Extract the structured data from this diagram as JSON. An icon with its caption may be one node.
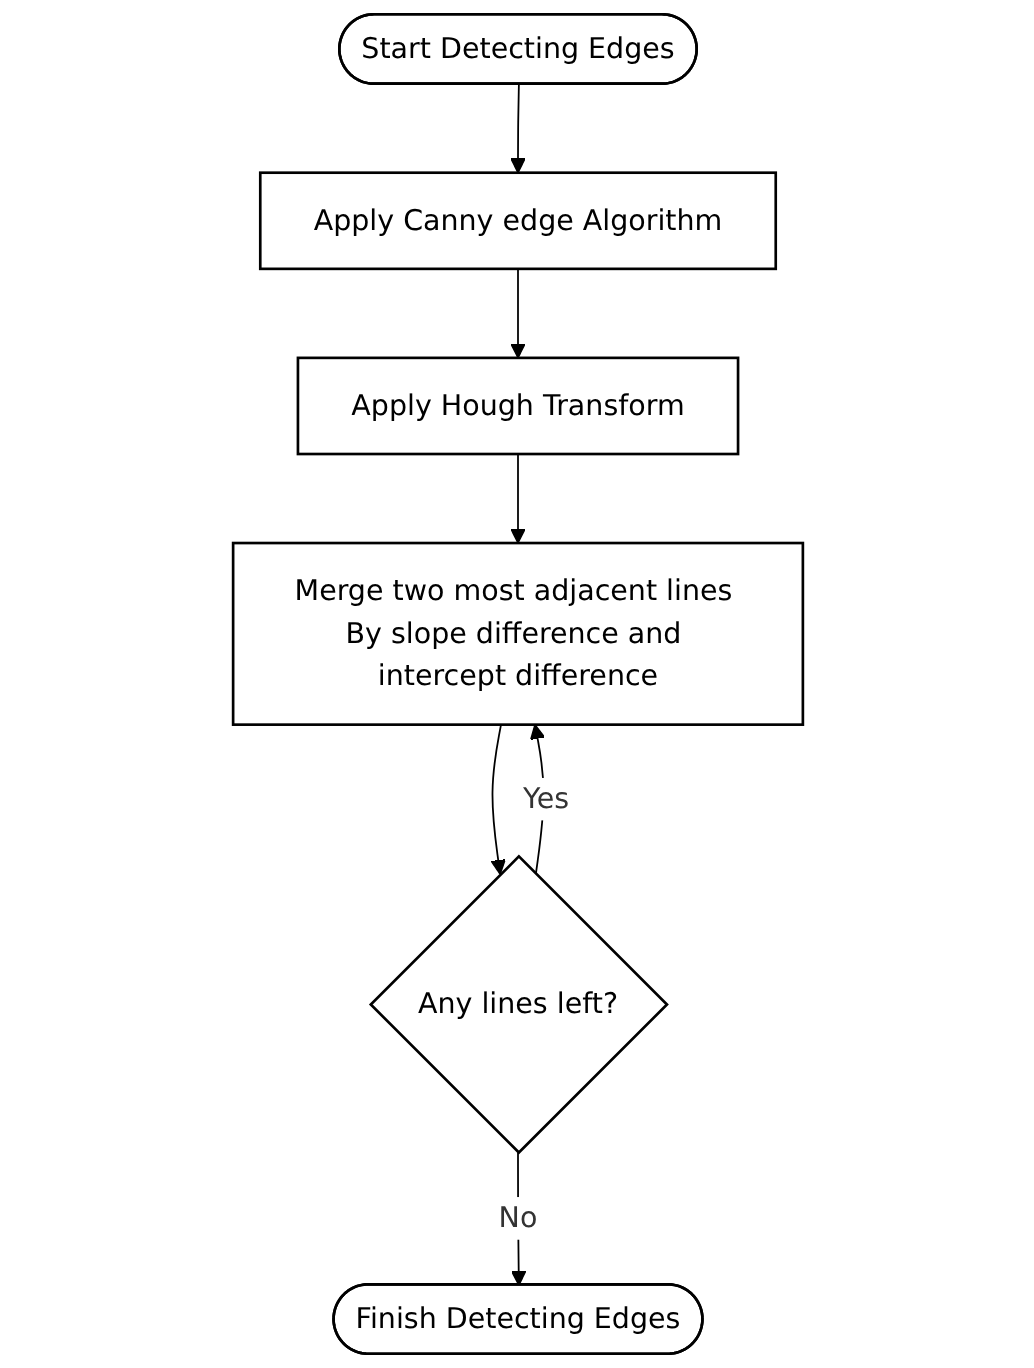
{
  "diagram": {
    "nodes": [
      {
        "text": [
          "Start Detecting Edges"
        ]
      },
      {
        "text": [
          "Apply Canny edge Algorithm"
        ]
      },
      {
        "text": [
          "Apply Hough Transform"
        ]
      },
      {
        "text": [
          "Merge two most adjacent lines By slope difference and intercept difference"
        ]
      },
      {
        "text": [
          "Any lines left?"
        ]
      },
      {
        "text": [
          "Finish Detecting Edges"
        ]
      }
    ],
    "edges": [
      {
        "from": 0,
        "to": 1,
        "arrow": "to"
      },
      {
        "from": 1,
        "to": 2,
        "arrow": "to"
      },
      {
        "from": 2,
        "to": 3,
        "arrow": "to"
      },
      {
        "from": 3,
        "to": 4,
        "arrow": "to"
      },
      {
        "from": 4,
        "to": 3,
        "arrow": "to",
        "label": "Yes"
      },
      {
        "from": 4,
        "to": 5,
        "arrow": "to",
        "label": "No"
      }
    ]
  }
}
